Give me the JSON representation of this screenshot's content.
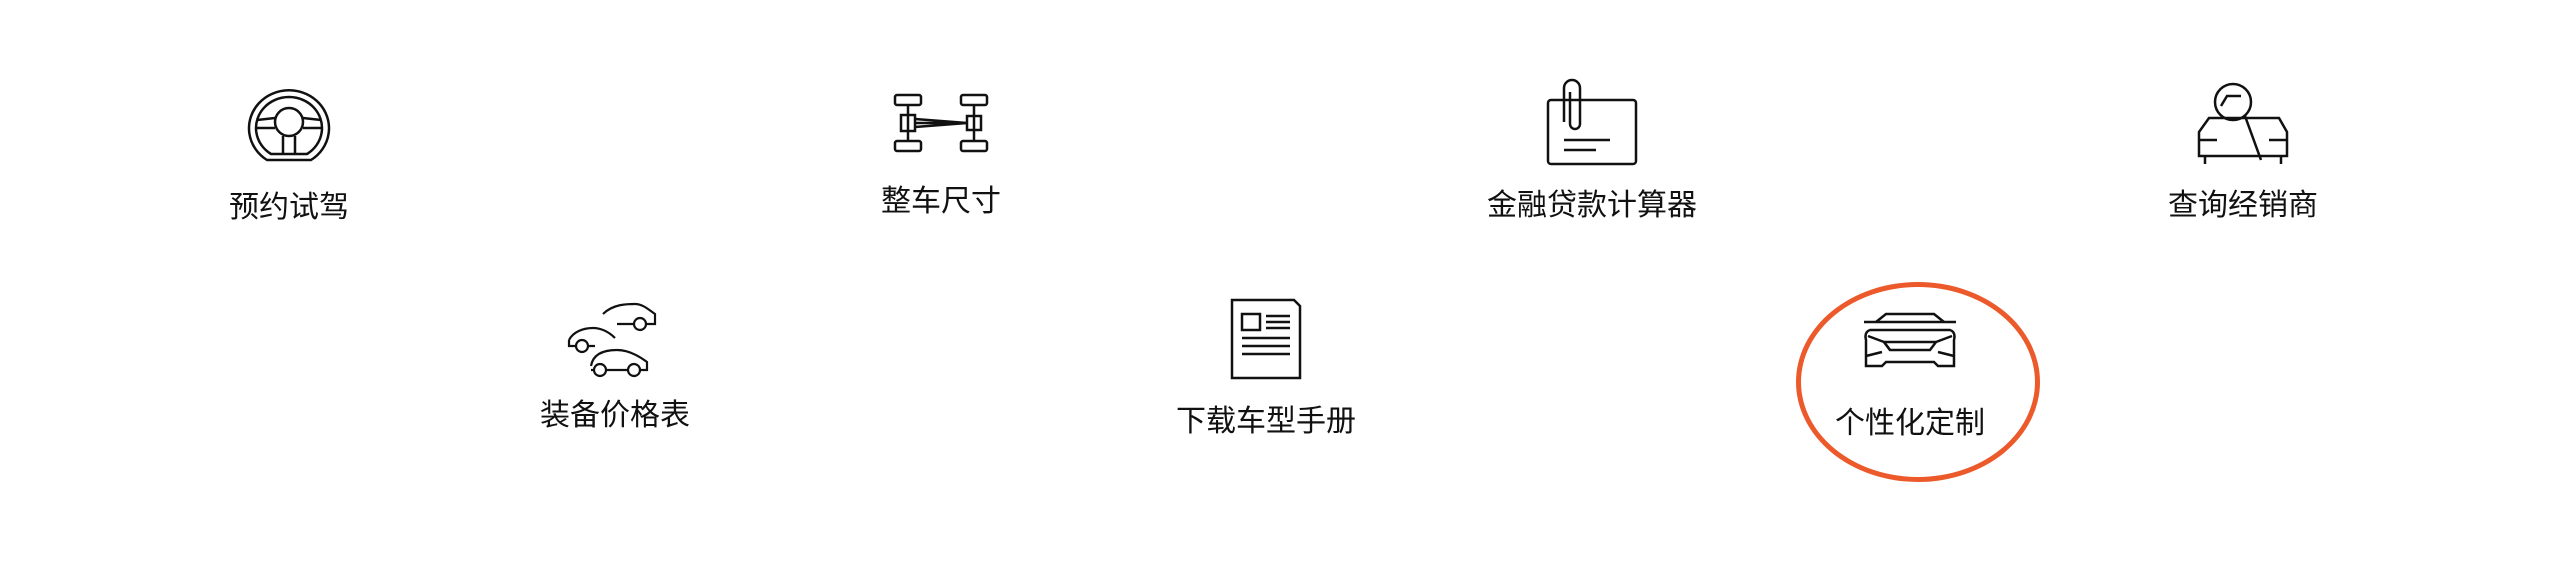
{
  "items": [
    {
      "label": "预约试驾",
      "icon": "steering-wheel-icon"
    },
    {
      "label": "整车尺寸",
      "icon": "chassis-icon"
    },
    {
      "label": "金融贷款计算器",
      "icon": "document-clip-icon"
    },
    {
      "label": "查询经销商",
      "icon": "car-search-icon"
    },
    {
      "label": "装备价格表",
      "icon": "cars-icon"
    },
    {
      "label": "下载车型手册",
      "icon": "brochure-icon"
    },
    {
      "label": "个性化定制",
      "icon": "car-front-icon"
    }
  ],
  "colors": {
    "highlight": "#ec5a2b",
    "text": "#111111"
  }
}
